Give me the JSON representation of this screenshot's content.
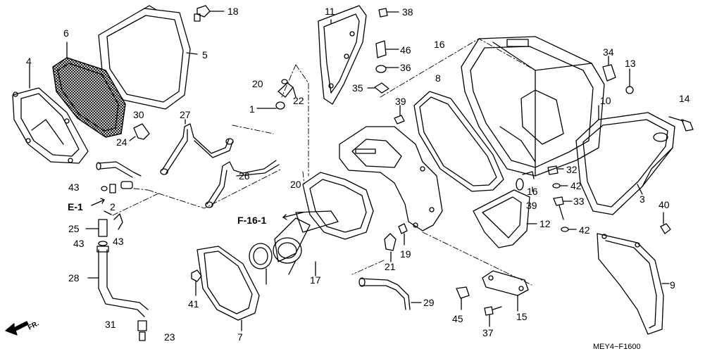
{
  "diagram": {
    "code": "MEY4−F1600",
    "front_label": "FR.",
    "refs": {
      "e1": "E-1",
      "f161": "F-16-1"
    },
    "part_numbers": {
      "p1": "1",
      "p2": "2",
      "p3": "3",
      "p4": "4",
      "p5": "5",
      "p6": "6",
      "p7": "7",
      "p8": "8",
      "p9": "9",
      "p10": "10",
      "p11": "11",
      "p12": "12",
      "p13": "13",
      "p14": "14",
      "p15": "15",
      "p16a": "16",
      "p16b": "16",
      "p17": "17",
      "p18": "18",
      "p19": "19",
      "p20a": "20",
      "p20b": "20",
      "p21": "21",
      "p22": "22",
      "p23": "23",
      "p24": "24",
      "p25": "25",
      "p26": "26",
      "p27": "27",
      "p28": "28",
      "p29": "29",
      "p30": "30",
      "p31": "31",
      "p32": "32",
      "p33": "33",
      "p34": "34",
      "p35": "35",
      "p36": "36",
      "p37": "37",
      "p38": "38",
      "p39a": "39",
      "p39b": "39",
      "p40": "40",
      "p41": "41",
      "p42a": "42",
      "p42b": "42",
      "p43a": "43",
      "p43b": "43",
      "p43c": "43",
      "p45": "45",
      "p46": "46"
    }
  }
}
